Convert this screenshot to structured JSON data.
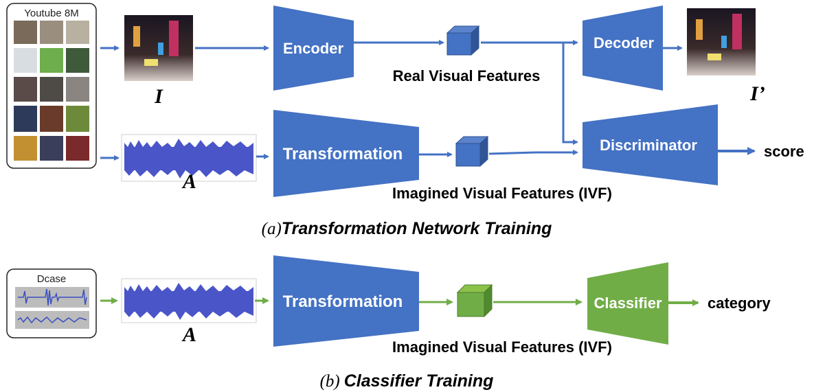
{
  "colors": {
    "blue_block": "#4472c4",
    "blue_arrow": "#4472c4",
    "green_block": "#70ad47",
    "green_arrow": "#70ad47",
    "waveform": "#4a55c8"
  },
  "part_a": {
    "dataset_title": "Youtube 8M",
    "image_label": "I",
    "reconstructed_label": "I’",
    "audio_label": "A",
    "encoder": "Encoder",
    "decoder": "Decoder",
    "transformation": "Transformation",
    "discriminator": "Discriminator",
    "real_features": "Real Visual Features",
    "imagined_features": "Imagined Visual Features (IVF)",
    "output": "score",
    "caption_math": "(a)",
    "caption_text": "Transformation Network Training"
  },
  "part_b": {
    "dataset_title": "Dcase",
    "audio_label": "A",
    "transformation": "Transformation",
    "classifier": "Classifier",
    "imagined_features": "Imagined Visual Features (IVF)",
    "output": "category",
    "caption_math": "(b)",
    "caption_text": "Classifier Training"
  }
}
